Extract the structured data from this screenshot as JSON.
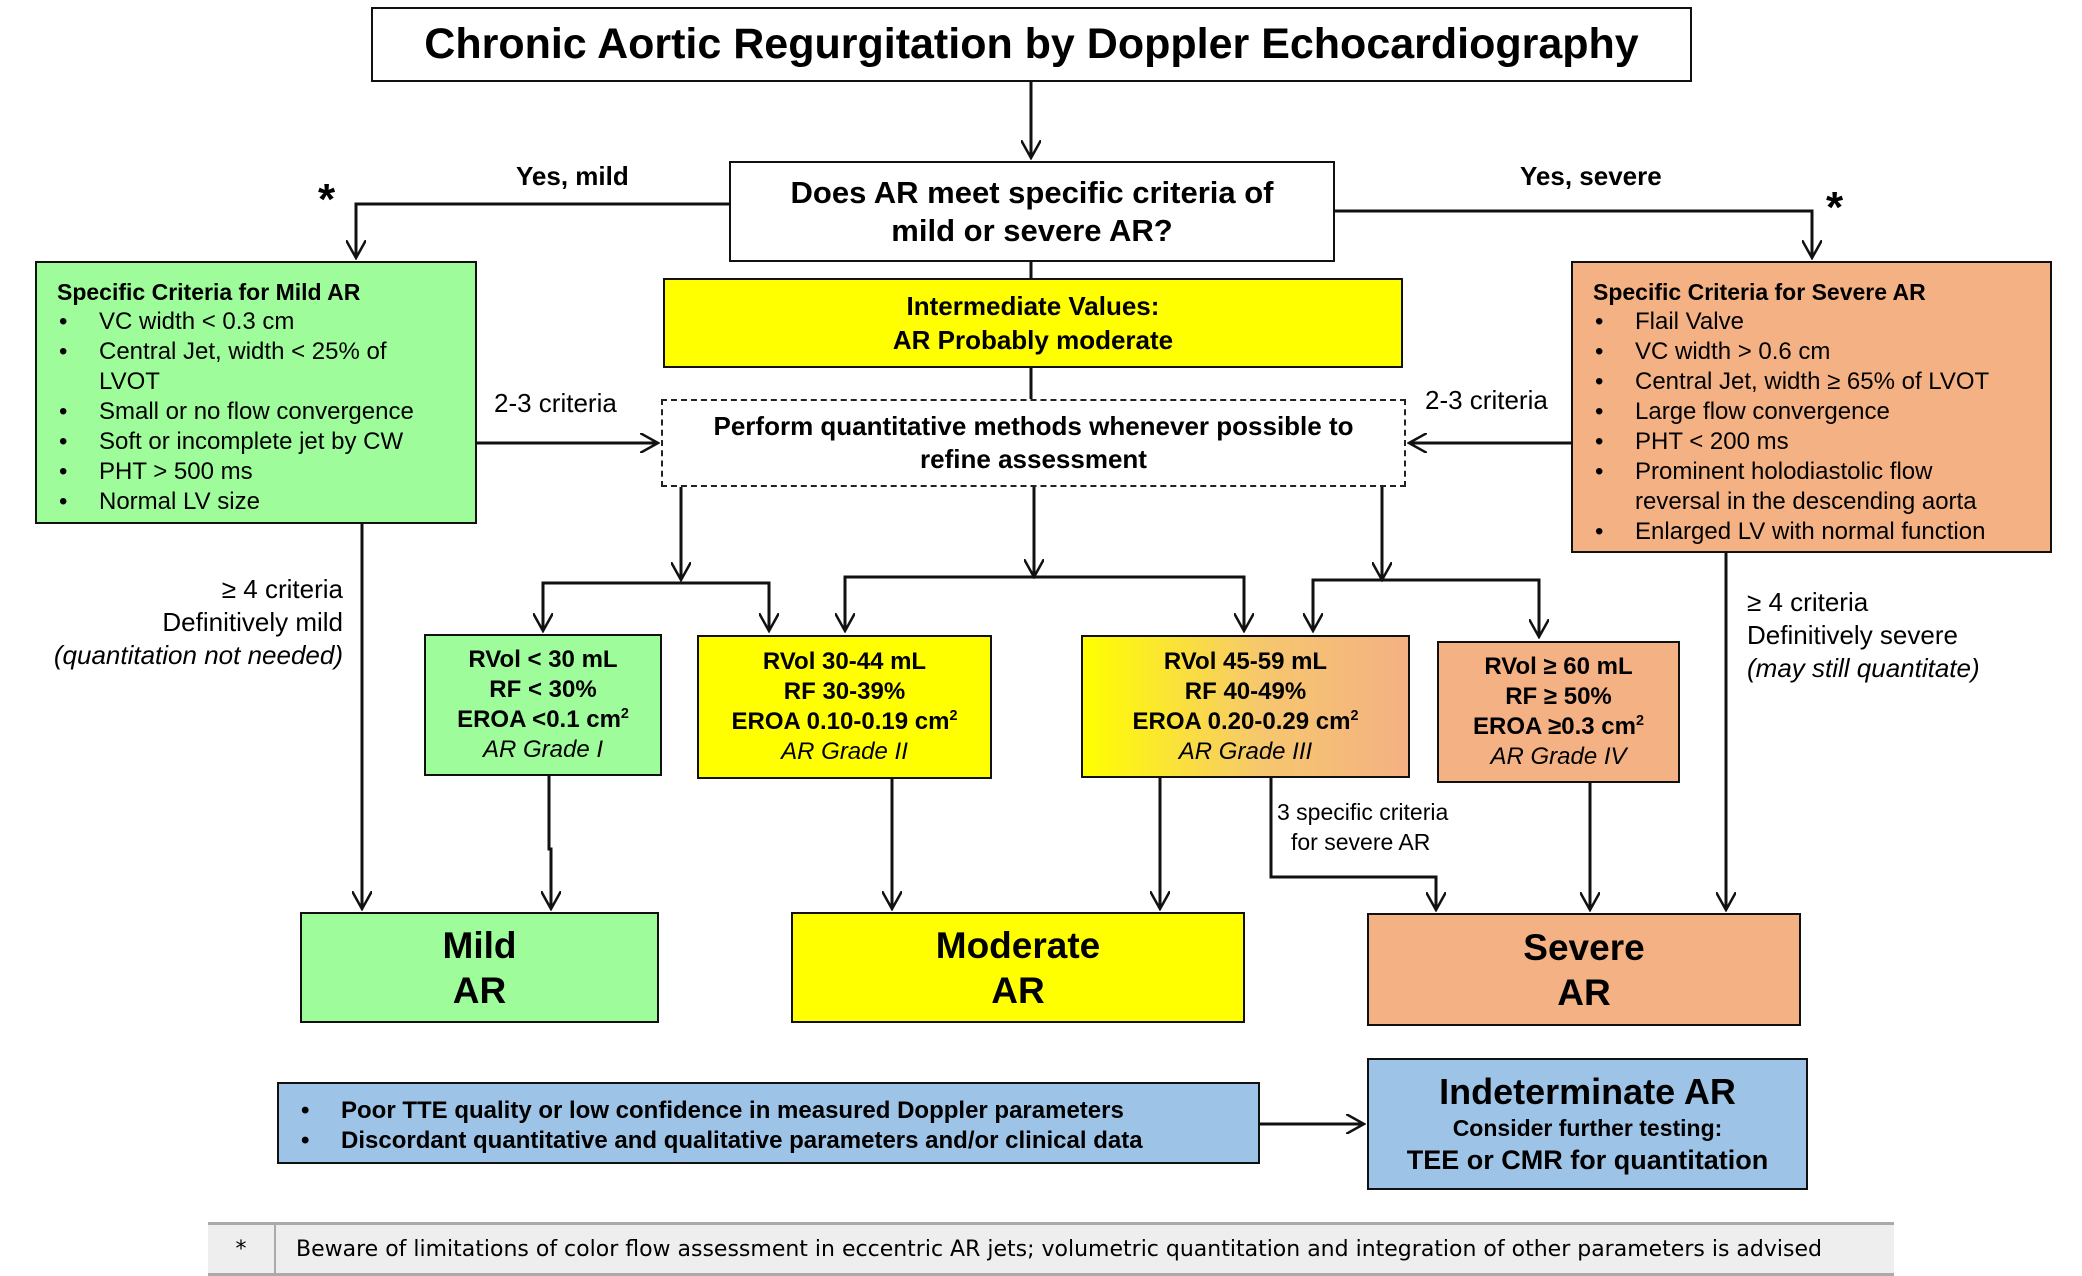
{
  "title": "Chronic Aortic Regurgitation by Doppler Echocardiography",
  "question": {
    "line1": "Does AR meet specific criteria of",
    "line2": "mild or severe AR?"
  },
  "branch_labels": {
    "yes_mild": "Yes, mild",
    "yes_severe": "Yes, severe",
    "asterisk": "*"
  },
  "intermediate": {
    "line1": "Intermediate Values:",
    "line2": "AR Probably moderate"
  },
  "quantitative": {
    "line1": "Perform quantitative methods whenever possible to",
    "line2": "refine assessment"
  },
  "mild_criteria": {
    "heading": "Specific Criteria for Mild AR",
    "items": [
      "VC width < 0.3 cm",
      "Central Jet,  width < 25% of LVOT",
      "Small or no flow convergence",
      "Soft or incomplete jet by CW",
      "PHT > 500 ms",
      "Normal LV size"
    ]
  },
  "severe_criteria": {
    "heading": "Specific Criteria for Severe AR",
    "items": [
      "Flail Valve",
      "VC width  > 0.6 cm",
      "Central Jet,  width ≥ 65% of LVOT",
      "Large flow convergence",
      "PHT  < 200 ms",
      "Prominent holodiastolic flow reversal in the descending aorta",
      "Enlarged LV with normal function"
    ]
  },
  "edge_labels": {
    "mild_23": "2-3 criteria",
    "severe_23": "2-3 criteria",
    "mild_4": {
      "line1": "≥ 4 criteria",
      "line2": "Definitively mild",
      "line3": "(quantitation not needed)"
    },
    "severe_4": {
      "line1": "≥ 4 criteria",
      "line2": "Definitively severe",
      "line3": "(may still quantitate)"
    },
    "grade3_severe": {
      "line1": "3 specific criteria",
      "line2": "for severe AR"
    }
  },
  "grades": [
    {
      "rvol": "RVol < 30 mL",
      "rf": "RF < 30%",
      "eroa": "EROA <0.1 cm",
      "grade": "AR Grade I"
    },
    {
      "rvol": "RVol 30-44 mL",
      "rf": "RF 30-39%",
      "eroa": "EROA 0.10-0.19 cm",
      "grade": "AR Grade II"
    },
    {
      "rvol": "RVol 45-59 mL",
      "rf": "RF 40-49%",
      "eroa": "EROA 0.20-0.29 cm",
      "grade": "AR Grade III"
    },
    {
      "rvol": "RVol ≥ 60 mL",
      "rf": "RF ≥ 50%",
      "eroa": "EROA ≥0.3 cm",
      "grade": "AR Grade IV"
    }
  ],
  "eroa_unit_sup": "2",
  "outcomes": {
    "mild": {
      "line1": "Mild",
      "line2": "AR"
    },
    "moderate": {
      "line1": "Moderate",
      "line2": "AR"
    },
    "severe": {
      "line1": "Severe",
      "line2": "AR"
    }
  },
  "indeterminate_conditions": [
    "Poor TTE quality or low confidence in measured Doppler parameters",
    "Discordant quantitative and qualitative parameters and/or clinical data"
  ],
  "indeterminate": {
    "title": "Indeterminate AR",
    "line2": "Consider further testing:",
    "line3": "TEE or CMR for quantitation"
  },
  "footnote": {
    "symbol": "*",
    "text": "Beware of limitations of color flow assessment in eccentric AR jets; volumetric quantitation and integration of other parameters is advised"
  },
  "colors": {
    "mild": "#9efc9a",
    "moderate": "#ffff00",
    "severe": "#f4b183",
    "indeterminate": "#9dc3e6",
    "footnote_bg": "#eeeeee"
  }
}
